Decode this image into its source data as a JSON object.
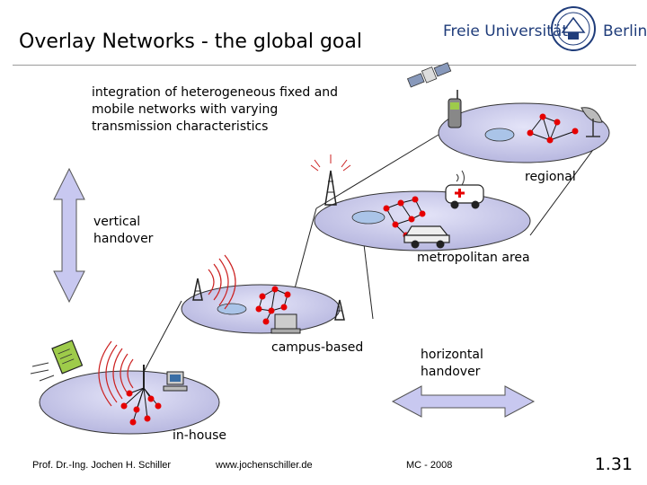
{
  "slide": {
    "title": "Overlay Networks - the global goal",
    "university_name_left": "Freie Universität",
    "university_name_right": "Berlin",
    "page_number": "1.31"
  },
  "description": {
    "line1": "integration of heterogeneous fixed and",
    "line2": "mobile networks with varying",
    "line3": "transmission characteristics"
  },
  "labels": {
    "regional": "regional",
    "vertical_line1": "vertical",
    "vertical_line2": "handover",
    "metropolitan": "metropolitan area",
    "campus": "campus-based",
    "horizontal_line1": "horizontal",
    "horizontal_line2": "handover",
    "inhouse": "in-house"
  },
  "footer": {
    "author": "Prof. Dr.-Ing. Jochen H. Schiller",
    "website": "www.jochenschiller.de",
    "course": "MC - 2008"
  },
  "colors": {
    "disk_fill": "#ccccee",
    "node_red": "#e60000",
    "arrow_fill": "#c8c8f0",
    "signal_red": "#cc2222"
  }
}
